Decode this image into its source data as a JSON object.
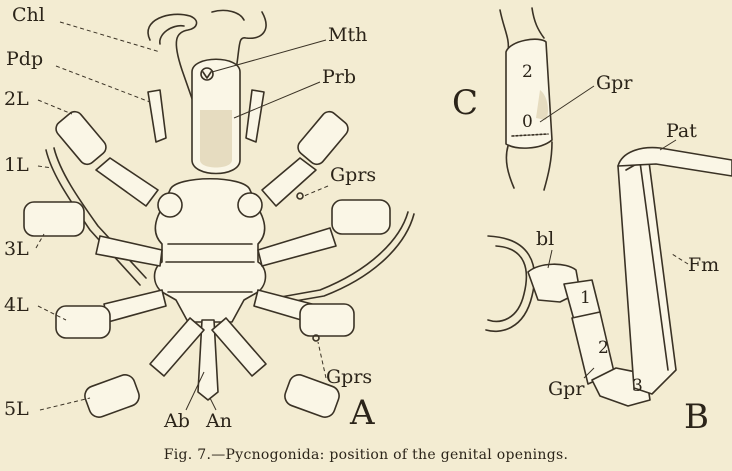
{
  "figure": {
    "caption": "Fig. 7.—Pycnogonida: position of the genital openings.",
    "panel_a": {
      "letter": "A",
      "labels": {
        "chl": "Chl",
        "pdp": "Pdp",
        "l2": "2L",
        "l1": "1L",
        "l3": "3L",
        "l4": "4L",
        "l5": "5L",
        "mth": "Mth",
        "prb": "Prb",
        "gprs_upper": "Gprs",
        "gprs_lower": "Gprs",
        "ab": "Ab",
        "an": "An"
      }
    },
    "panel_b": {
      "letter": "B",
      "labels": {
        "bl": "bl",
        "pat": "Pat",
        "fm": "Fm",
        "gpr": "Gpr",
        "seg1": "1",
        "seg2": "2",
        "seg3": "3"
      }
    },
    "panel_c": {
      "letter": "C",
      "labels": {
        "seg2": "2",
        "gpr": "Gpr",
        "opening": "0"
      }
    }
  }
}
